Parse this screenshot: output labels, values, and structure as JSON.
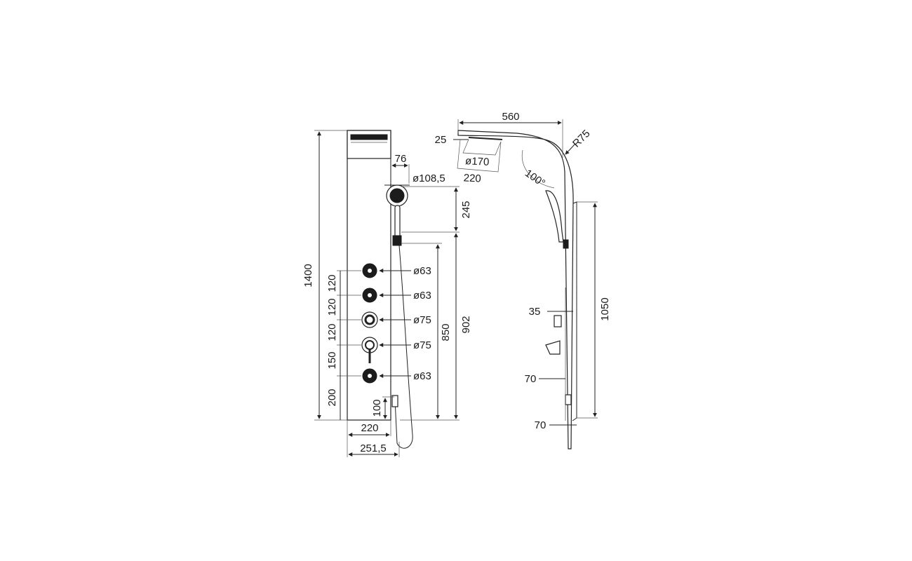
{
  "front_view": {
    "height": "1400",
    "panel_width": "220",
    "total_width": "251,5",
    "spout_offset": "76",
    "hand_shower_diameter": "ø108,5",
    "hand_shower_length": "245",
    "outlet_height_1": "850",
    "outlet_height_2": "902",
    "jet_diameter_1": "ø63",
    "jet_diameter_2": "ø63",
    "diverter_diameter": "ø75",
    "mixer_diameter": "ø75",
    "jet_diameter_3": "ø63",
    "spacing_1": "120",
    "spacing_2": "120",
    "spacing_3": "120",
    "spacing_4": "150",
    "spacing_5": "200",
    "hose_outlet_height": "100"
  },
  "side_view": {
    "arm_length": "560",
    "head_thickness": "25",
    "head_diameter": "ø170",
    "head_length": "220",
    "bend_radius": "R75",
    "angle": "100°",
    "panel_height": "1050",
    "depth_1": "35",
    "depth_2": "70",
    "depth_3": "70"
  }
}
